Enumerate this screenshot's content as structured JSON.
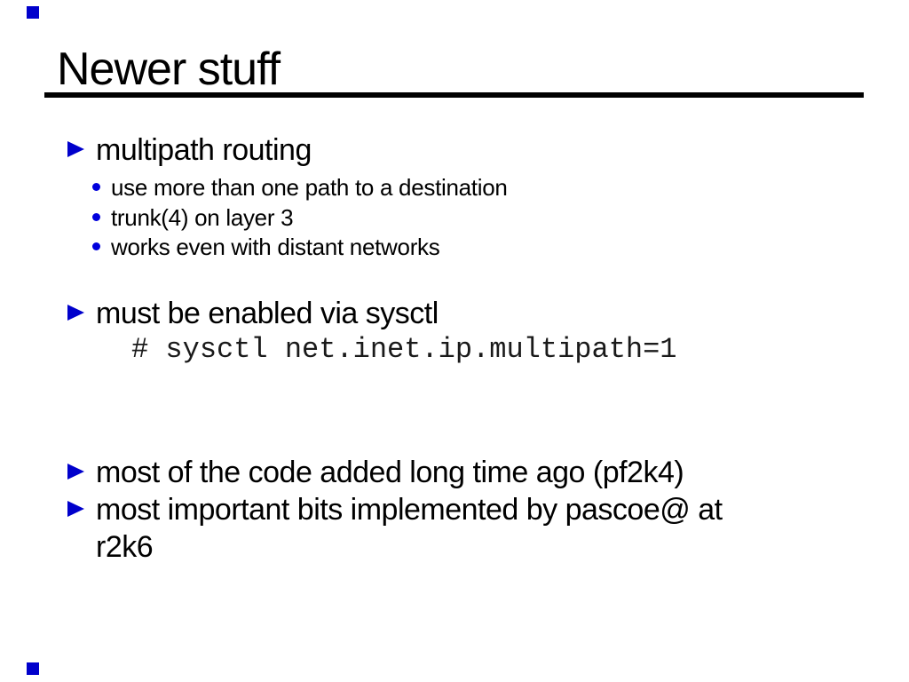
{
  "slide": {
    "title": "Newer stuff",
    "items": [
      {
        "type": "bullet",
        "text": "multipath routing"
      },
      {
        "type": "sub",
        "text": "use more than one path to a destination"
      },
      {
        "type": "sub",
        "text": "trunk(4) on layer 3"
      },
      {
        "type": "sub",
        "text": "works even with distant networks"
      },
      {
        "type": "bullet",
        "text": "must be enabled via sysctl"
      },
      {
        "type": "code",
        "text": "# sysctl net.inet.ip.multipath=1"
      },
      {
        "type": "bullet",
        "text": "most of the code added long time ago (pf2k4)"
      },
      {
        "type": "bullet",
        "text": "most important bits implemented by pascoe@ at"
      },
      {
        "type": "continuation",
        "text": "r2k6"
      }
    ],
    "icons": {
      "bullet": "triangle-right-icon",
      "sub_bullet": "dot-icon",
      "corner_mark": "square-mark-icon"
    },
    "colors": {
      "background": "#ffffff",
      "title_text": "#000000",
      "body_text": "#000000",
      "code_text": "#1a1a1a",
      "bullet_blue": "#0000cc",
      "rule_black": "#000000",
      "corner_mark_blue": "#0000cc"
    }
  }
}
